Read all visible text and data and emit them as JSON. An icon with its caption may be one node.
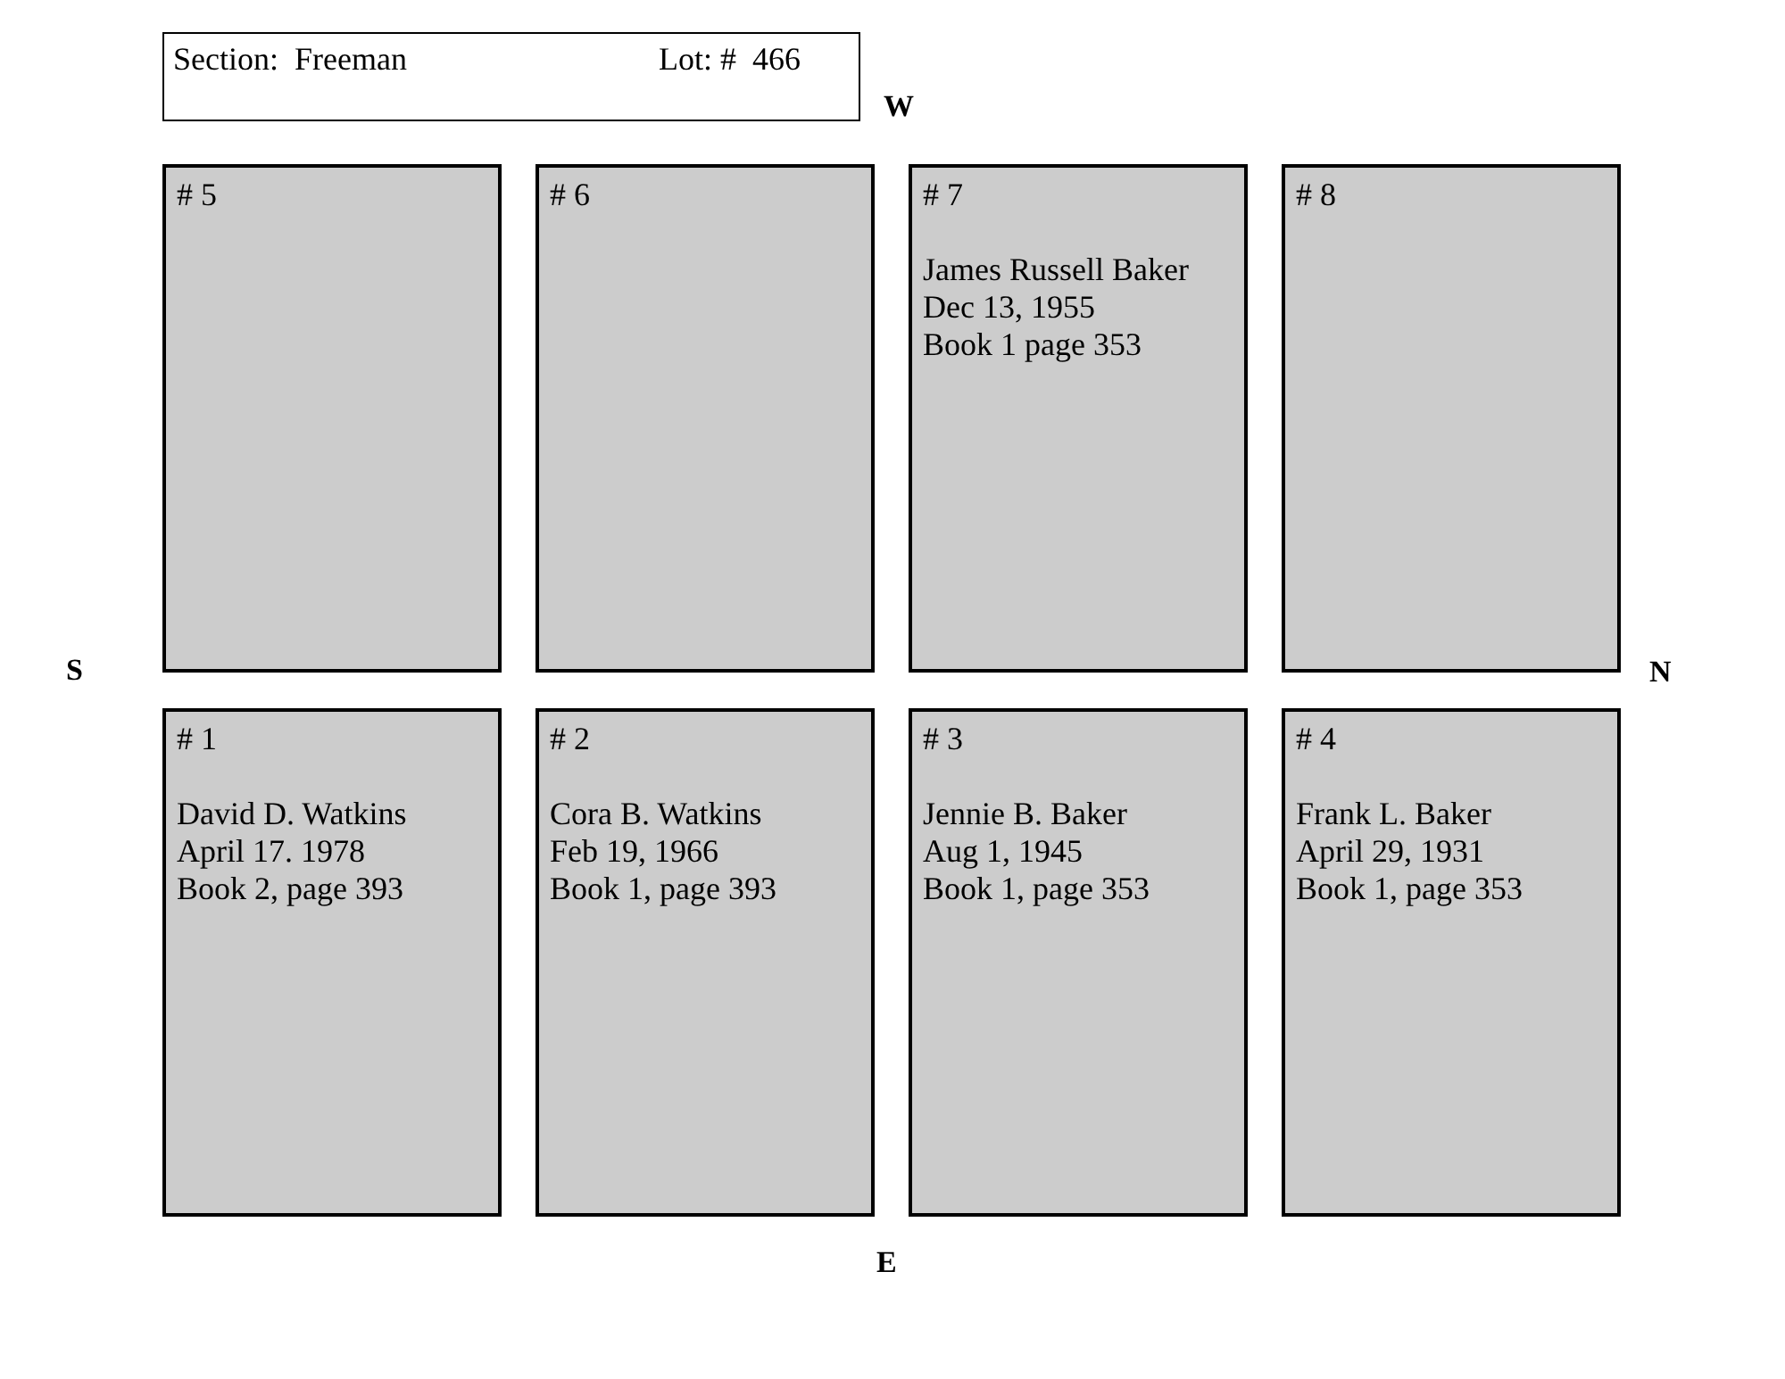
{
  "diagram": {
    "nodes": [
      {
        "text": [
          "Section:  Freeman",
          "Lot: #  466"
        ]
      },
      {
        "text": [
          "# 5"
        ]
      },
      {
        "text": [
          "# 6"
        ]
      },
      {
        "text": [
          "# 7",
          "James Russell Baker",
          "Dec 13, 1955",
          "Book 1 page 353"
        ]
      },
      {
        "text": [
          "# 8"
        ]
      },
      {
        "text": [
          "# 1",
          "David D. Watkins",
          "April 17. 1978",
          "Book 2, page 393"
        ]
      },
      {
        "text": [
          "# 2",
          "Cora B. Watkins",
          "Feb 19, 1966",
          "Book 1, page 393"
        ]
      },
      {
        "text": [
          "# 3",
          "Jennie B. Baker",
          "Aug 1, 1945",
          "Book 1, page 353"
        ]
      },
      {
        "text": [
          "# 4",
          "Frank L. Baker",
          "April 29, 1931",
          "Book 1, page 353"
        ]
      }
    ],
    "labels": [
      "W",
      "S",
      "N",
      "E"
    ]
  }
}
